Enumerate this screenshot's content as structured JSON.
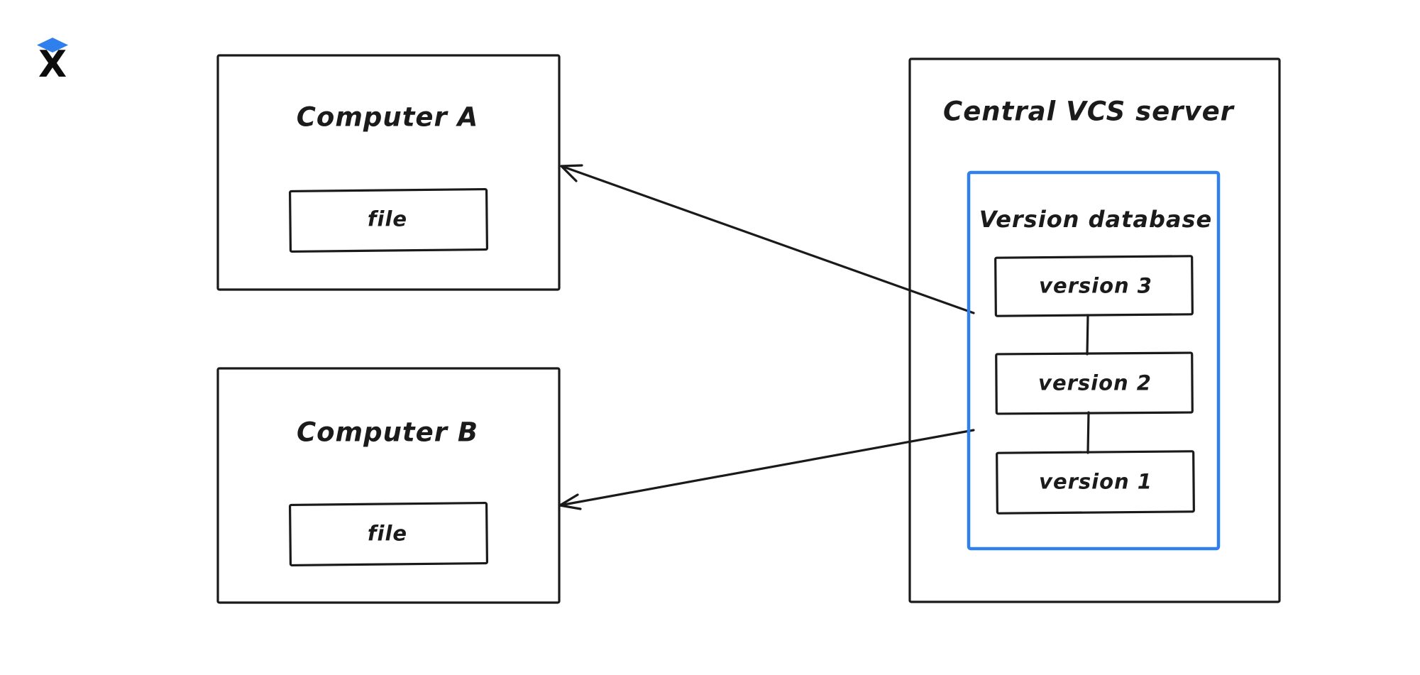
{
  "page": {
    "background": "#ffffff"
  },
  "logo": {
    "glyph": "X",
    "diamond_color": "#2f80ed",
    "x_color": "#0d0d0d"
  },
  "colors": {
    "stroke": "#1a1a1a",
    "accent_blue": "#2f80ed"
  },
  "diagram": {
    "computer_a": {
      "title": "Computer A",
      "file_label": "file"
    },
    "computer_b": {
      "title": "Computer B",
      "file_label": "file"
    },
    "server": {
      "title": "Central VCS server",
      "version_database": {
        "title": "Version database",
        "versions": [
          "version 3",
          "version 2",
          "version 1"
        ]
      }
    },
    "edges": [
      {
        "from": "version 3",
        "to": "version 2",
        "type": "line"
      },
      {
        "from": "version 2",
        "to": "version 1",
        "type": "line"
      },
      {
        "from": "Version database",
        "to": "Computer A",
        "type": "arrow"
      },
      {
        "from": "Version database",
        "to": "Computer B",
        "type": "arrow"
      }
    ]
  }
}
